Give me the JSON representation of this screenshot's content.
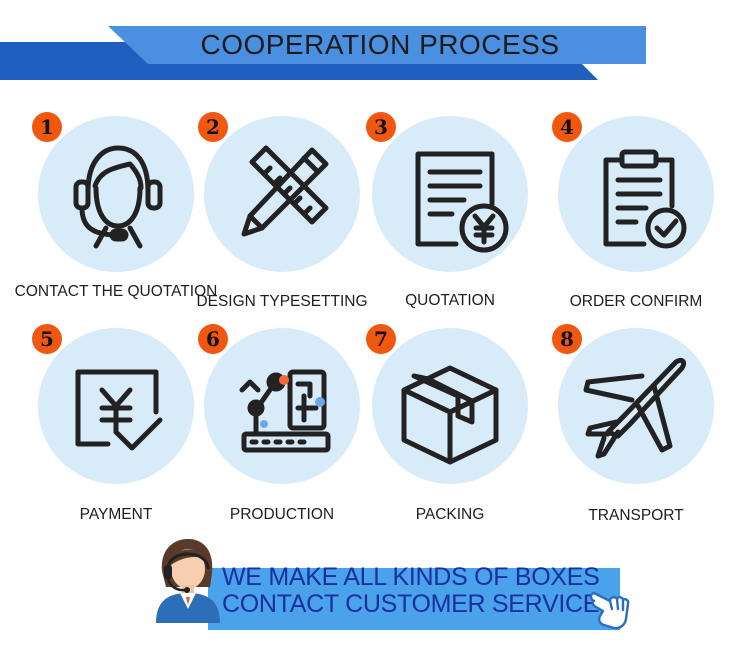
{
  "header": {
    "title": "COOPERATION PROCESS",
    "colors": {
      "dark_blue": "#1f5fbe",
      "light_blue": "#4a8fe0"
    }
  },
  "steps": [
    {
      "number": "1",
      "label": "CONTACT THE QUOTATION",
      "icon": "headset-agent-icon"
    },
    {
      "number": "2",
      "label": "DESIGN TYPESETTING",
      "icon": "ruler-pencil-icon"
    },
    {
      "number": "3",
      "label": "QUOTATION",
      "icon": "quotation-yen-icon"
    },
    {
      "number": "4",
      "label": "ORDER CONFIRM",
      "icon": "clipboard-check-icon"
    },
    {
      "number": "5",
      "label": "PAYMENT",
      "icon": "yen-payment-icon"
    },
    {
      "number": "6",
      "label": "PRODUCTION",
      "icon": "robot-arm-circuit-icon"
    },
    {
      "number": "7",
      "label": "PACKING",
      "icon": "box-icon"
    },
    {
      "number": "8",
      "label": "TRANSPORT",
      "icon": "airplane-icon"
    }
  ],
  "cta": {
    "line1": "WE MAKE ALL KINDS OF BOXES",
    "line2": "CONTACT CUSTOMER SERVICE",
    "agent_icon": "customer-service-agent-icon",
    "hand_icon": "pointing-hand-icon",
    "colors": {
      "bar": "#4aa3ea",
      "text": "#1a2fa0"
    }
  },
  "colors": {
    "badge": "#f2570f",
    "circle": "#d8ebf8"
  }
}
